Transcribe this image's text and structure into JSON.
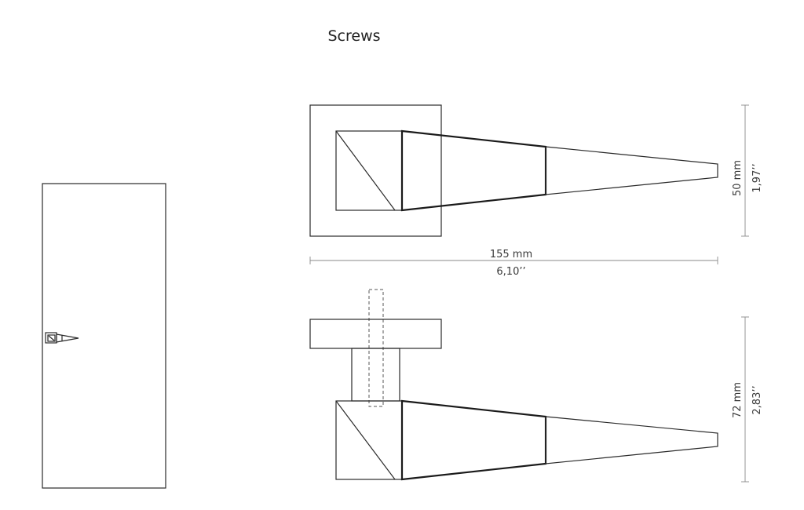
{
  "title": "Screws",
  "dimensions": {
    "width_mm": "155 mm",
    "width_in": "6,10’’",
    "height_mm": "50 mm",
    "height_in": "1,97’’",
    "depth_mm": "72 mm",
    "depth_in": "2,83’’"
  }
}
